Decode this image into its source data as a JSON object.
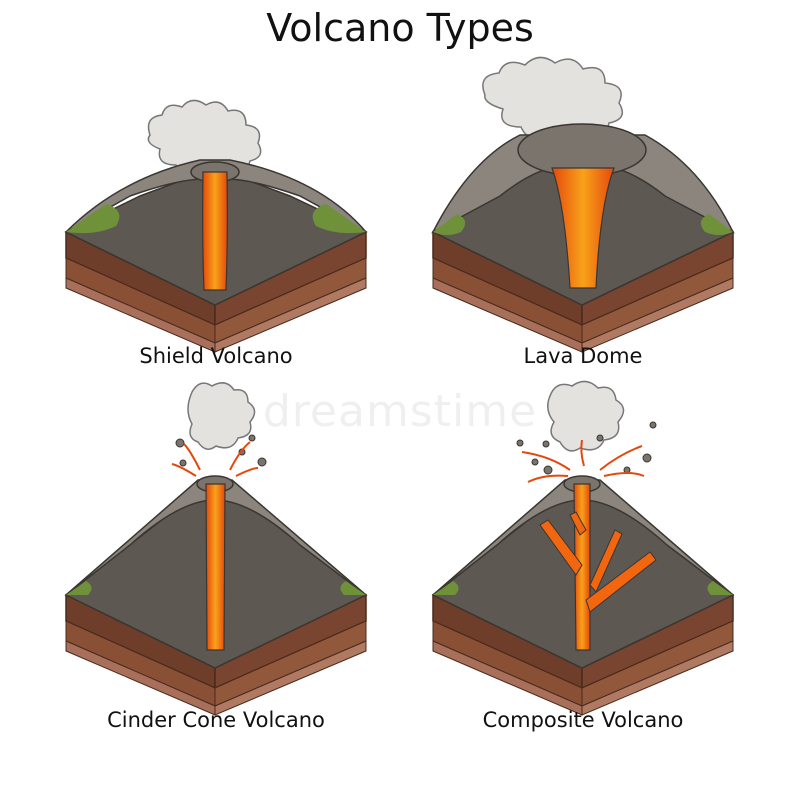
{
  "title": "Volcano Types",
  "watermark": "dreamstime",
  "panels": [
    {
      "label": "Shield Volcano"
    },
    {
      "label": "Lava Dome"
    },
    {
      "label": "Cinder Cone Volcano"
    },
    {
      "label": "Composite Volcano"
    }
  ],
  "colors": {
    "lava": "#f2660f",
    "lava_light": "#f8a21a",
    "rock": "#6c6660",
    "rock_light": "#8b857d",
    "grass": "#6e913a",
    "soil_dark": "#6e3e2a",
    "soil_mid": "#8a5036",
    "soil_light": "#a8705a",
    "smoke": "#e4e2df"
  }
}
